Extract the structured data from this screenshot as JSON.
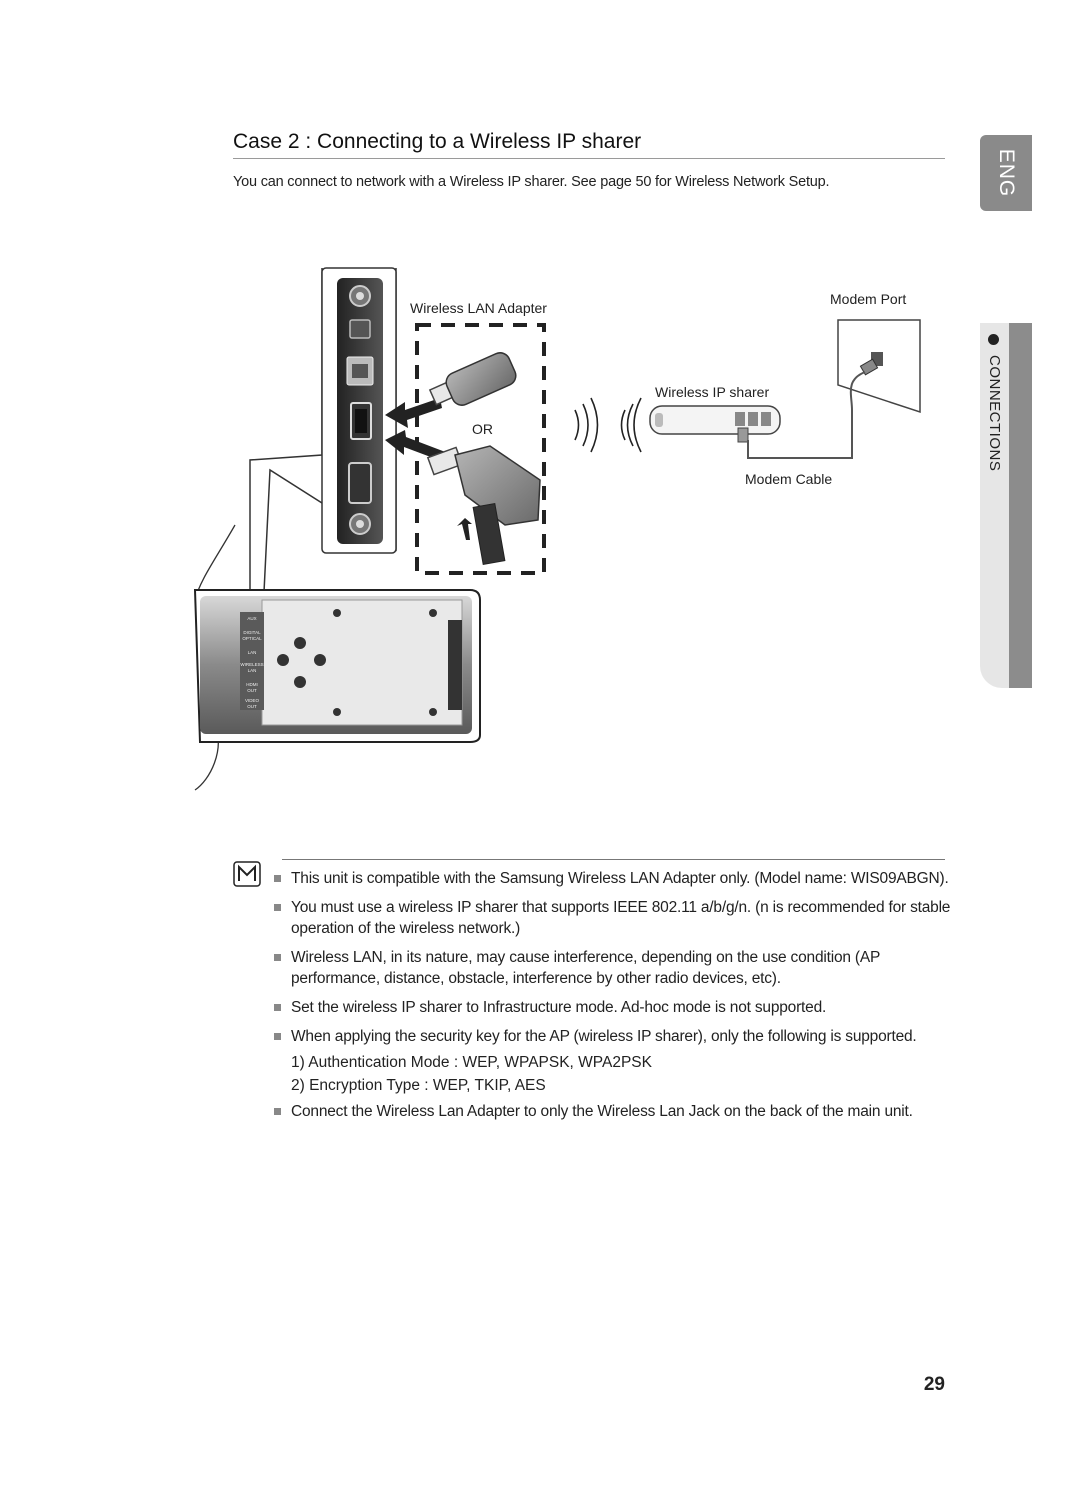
{
  "header": {
    "title": "Case 2 : Connecting to a Wireless IP sharer",
    "intro": "You can connect to network with a Wireless IP sharer. See page 50 for Wireless Network Setup."
  },
  "side_tabs": {
    "language": "ENG",
    "section": "CONNECTIONS"
  },
  "diagram": {
    "labels": {
      "adapter": "Wireless LAN Adapter",
      "or": "OR",
      "modem_port": "Modem Port",
      "ip_sharer": "Wireless IP sharer",
      "modem_cable": "Modem Cable"
    },
    "panel_labels": [
      "AUX",
      "DIGITAL",
      "OPTICAL",
      "LAN",
      "WIRELESS",
      "LAN",
      "HDMI",
      "OUT",
      "VIDEO",
      "OUT"
    ]
  },
  "notes": {
    "items": [
      "This unit is compatible with the Samsung Wireless LAN Adapter only. (Model name: WIS09ABGN).",
      "You must use a wireless IP sharer that supports IEEE 802.11 a/b/g/n. (n is recommended for stable operation of the wireless network.)",
      "Wireless LAN, in its nature, may cause interference, depending on the use condition (AP performance, distance, obstacle, interference by other radio devices, etc).",
      "Set the wireless IP sharer to Infrastructure mode. Ad-hoc mode is not supported.",
      "When applying the security key for the AP (wireless IP sharer), only the following is supported."
    ],
    "sub_items": [
      "1) Authentication Mode : WEP, WPAPSK, WPA2PSK",
      "2) Encryption Type : WEP, TKIP, AES"
    ],
    "last_item": "Connect the Wireless Lan Adapter to only the Wireless Lan Jack on the back of  the main unit."
  },
  "page_number": "29"
}
